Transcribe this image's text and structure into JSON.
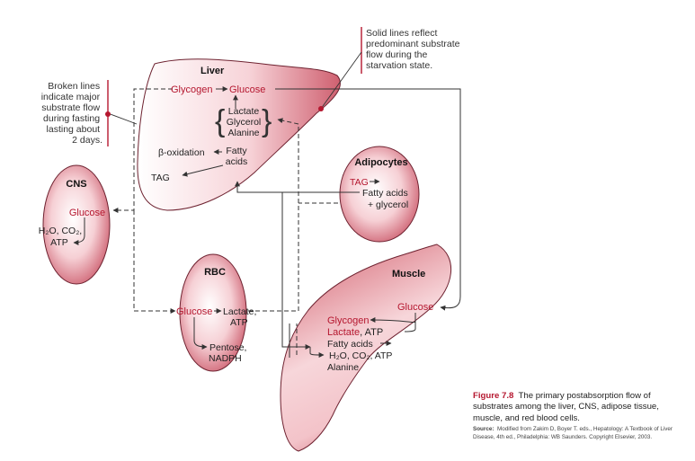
{
  "notes": {
    "solid": [
      "Solid lines reflect",
      "predominant substrate",
      "flow during the",
      "starvation state."
    ],
    "broken": [
      "Broken lines",
      "indicate major",
      "substrate flow",
      "during fasting",
      "lasting about",
      "2 days."
    ]
  },
  "liver": {
    "title": "Liver",
    "glycogen": "Glycogen",
    "glucose": "Glucose",
    "precursors": [
      "Lactate",
      "Glycerol",
      "Alanine"
    ],
    "beta_oxidation": "β-oxidation",
    "fatty_acids": [
      "Fatty",
      "acids"
    ],
    "tag": "TAG"
  },
  "cns": {
    "title": "CNS",
    "glucose": "Glucose",
    "products": [
      "H₂O, CO₂,",
      "ATP"
    ]
  },
  "adipocytes": {
    "title": "Adipocytes",
    "tag": "TAG",
    "fatty_acids": "Fatty acids",
    "glycerol": "+ glycerol"
  },
  "rbc": {
    "title": "RBC",
    "glucose": "Glucose",
    "lactate": [
      "Lactate,",
      "ATP"
    ],
    "pentose": [
      "Pentose,",
      "NADPH"
    ]
  },
  "muscle": {
    "title": "Muscle",
    "glucose": "Glucose",
    "glycogen": "Glycogen",
    "lactate": "Lactate",
    "atp": ", ATP",
    "fatty_acids": "Fatty acids",
    "products": "H₂O, CO₂, ATP",
    "alanine": "Alanine"
  },
  "caption": {
    "figure": "Figure 7.8",
    "text": "The primary postabsorption flow of substrates among the liver, CNS, adipose tissue, muscle, and red blood cells.",
    "source_label": "Source:",
    "source": "Modified from Zakim D, Boyer T. eds., Hepatology: A Textbook of Liver Disease, 4th ed., Philadelphia: WB Saunders. Copyright Elsevier, 2003."
  },
  "colors": {
    "accent": "#b5172f",
    "fill_light": "#fbe4e6",
    "fill_dark": "#cf6070",
    "stroke": "#6e2230"
  }
}
